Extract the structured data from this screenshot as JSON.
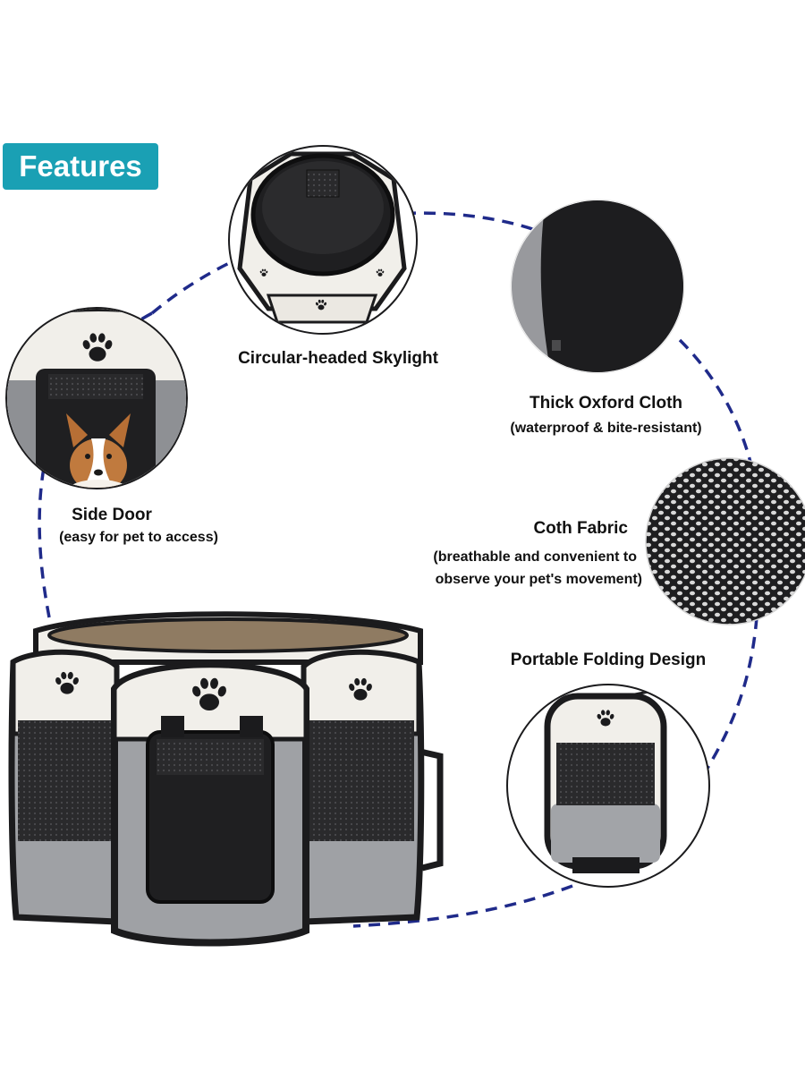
{
  "badge": {
    "label": "Features",
    "color": "#1aa0b4"
  },
  "colors": {
    "dashed_ring": "#1f2a8a",
    "panel_white": "#f4f1ec",
    "panel_grey": "#9d9fa3",
    "trim_black": "#1b1b1d",
    "mesh_black": "#262628"
  },
  "features": [
    {
      "id": "skylight",
      "title": "Circular-headed Skylight"
    },
    {
      "id": "oxford",
      "title": "Thick Oxford Cloth",
      "subtitle": "(waterproof & bite-resistant)"
    },
    {
      "id": "side-door",
      "title": "Side Door",
      "subtitle": "(easy for pet to access)"
    },
    {
      "id": "fabric",
      "title": "Coth Fabric",
      "subtitle_line1": "(breathable and convenient to",
      "subtitle_line2": "observe your pet's movement)"
    },
    {
      "id": "folding",
      "title": "Portable Folding Design"
    }
  ],
  "icons": [
    "paw-print-icon",
    "corgi-dog-photo"
  ]
}
